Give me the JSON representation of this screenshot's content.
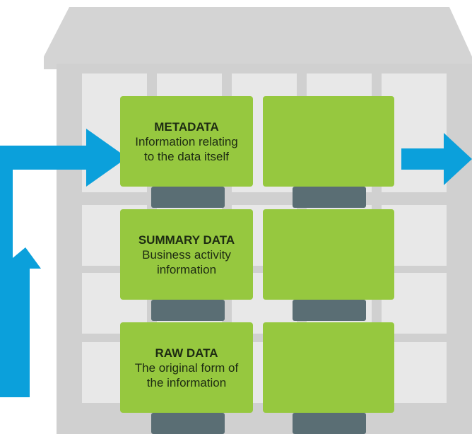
{
  "colors": {
    "roof": "#d4d4d4",
    "building": "#d0d0d0",
    "grid_cell": "#e8e8e8",
    "shelf_box": "#96c83f",
    "shelf_base": "#5a6e74",
    "arrow": "#0ba0db",
    "text": "#1d2b12"
  },
  "diagram": {
    "boxes": [
      {
        "title": "METADATA",
        "desc": "Information relating to the data itself"
      },
      {
        "title": "",
        "desc": ""
      },
      {
        "title": "SUMMARY DATA",
        "desc": "Business activity information"
      },
      {
        "title": "",
        "desc": ""
      },
      {
        "title": "RAW DATA",
        "desc": "The original form of the information"
      },
      {
        "title": "",
        "desc": ""
      }
    ],
    "arrows": {
      "in_icon": "arrow-right-icon",
      "out_icon": "arrow-right-icon",
      "up_icon": "arrow-up-icon"
    }
  }
}
